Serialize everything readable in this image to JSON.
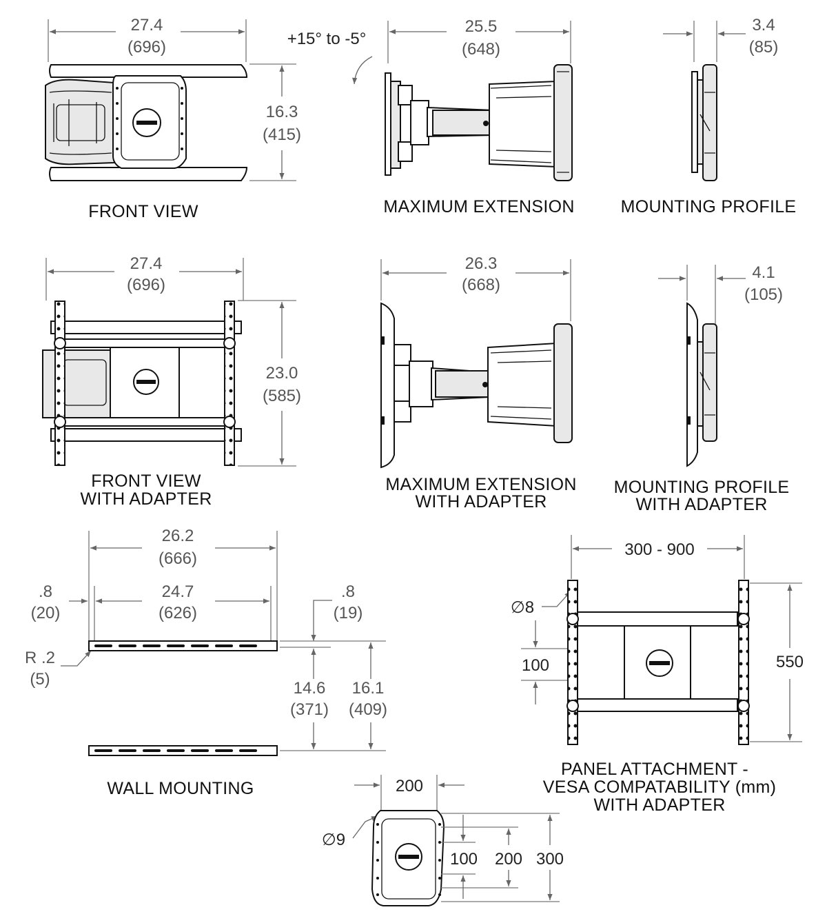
{
  "views": {
    "front": {
      "title": "FRONT VIEW",
      "width_in": "27.4",
      "width_mm": "(696)",
      "height_in": "16.3",
      "height_mm": "(415)"
    },
    "max_ext": {
      "title": "MAXIMUM EXTENSION",
      "tilt": "+15° to -5°",
      "depth_in": "25.5",
      "depth_mm": "(648)"
    },
    "profile": {
      "title": "MOUNTING PROFILE",
      "depth_in": "3.4",
      "depth_mm": "(85)"
    },
    "front_adapter": {
      "title_1": "FRONT VIEW",
      "title_2": "WITH ADAPTER",
      "width_in": "27.4",
      "width_mm": "(696)",
      "height_in": "23.0",
      "height_mm": "(585)"
    },
    "max_ext_adapter": {
      "title_1": "MAXIMUM EXTENSION",
      "title_2": "WITH ADAPTER",
      "depth_in": "26.3",
      "depth_mm": "(668)"
    },
    "profile_adapter": {
      "title_1": "MOUNTING PROFILE",
      "title_2": "WITH ADAPTER",
      "depth_in": "4.1",
      "depth_mm": "(105)"
    },
    "wall": {
      "title": "WALL MOUNTING",
      "overall_in": "26.2",
      "overall_mm": "(666)",
      "slot_in": "24.7",
      "slot_mm": "(626)",
      "left_in": ".8",
      "left_mm": "(20)",
      "right_in": ".8",
      "right_mm": "(19)",
      "radius_in": "R .2",
      "radius_mm": "(5)",
      "gap_in": "14.6",
      "gap_mm": "(371)",
      "total_in": "16.1",
      "total_mm": "(409)"
    },
    "panel": {
      "title_1": "PANEL ATTACHMENT -",
      "title_2": "VESA COMPATABILITY (mm)",
      "title_3": "WITH ADAPTER",
      "width_range": "300 - 900",
      "hole": "∅8",
      "spacing": "100",
      "height": "550"
    },
    "vesa_plate": {
      "width": "200",
      "hole": "∅9",
      "v100": "100",
      "v200": "200",
      "v300": "300"
    }
  }
}
